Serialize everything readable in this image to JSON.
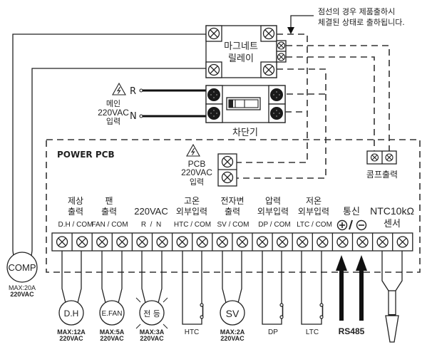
{
  "note": {
    "line1": "점선의 경우 제품출하시",
    "line2": "체결된 상태로 출하됩니다."
  },
  "relay": {
    "line1": "마그네트",
    "line2": "릴레이"
  },
  "breaker": {
    "label": "차단기"
  },
  "main_input": {
    "r_label": "R",
    "n_label": "N",
    "line1": "메인",
    "line2": "220VAC",
    "line3": "입력"
  },
  "pcb": {
    "title": "POWER PCB",
    "input_line1": "PCB",
    "input_line2": "220VAC",
    "input_line3": "입력",
    "comp_output_label": "콤프출력"
  },
  "terminal_groups": [
    {
      "top1": "제상",
      "top2": "출력",
      "pins": "D.H / COM"
    },
    {
      "top1": "팬",
      "top2": "출력",
      "pins": "FAN / COM"
    },
    {
      "top1": "",
      "top2": "220VAC",
      "pins": "R  /  N"
    },
    {
      "top1": "고온",
      "top2": "외부입력",
      "pins": "HTC / COM"
    },
    {
      "top1": "전자변",
      "top2": "출력",
      "pins": "SV / COM"
    },
    {
      "top1": "압력",
      "top2": "외부입력",
      "pins": "DP / COM"
    },
    {
      "top1": "저온",
      "top2": "외부입력",
      "pins": "LTC / COM"
    },
    {
      "top1": "",
      "top2": "통신",
      "pins": "⊕/⊖"
    },
    {
      "top1": "NTC10kΩ",
      "top2": "센서",
      "pins": ""
    }
  ],
  "terminal_count": 18,
  "loads": {
    "comp": {
      "label": "COMP",
      "spec1": "MAX:20A",
      "spec2": "220VAC"
    },
    "dh": {
      "label": "D.H",
      "spec1": "MAX:12A",
      "spec2": "220VAC"
    },
    "fan": {
      "label": "E.FAN",
      "spec1": "MAX:5A",
      "spec2": "220VAC"
    },
    "lamp": {
      "label": "전 등",
      "spec1": "MAX:3A",
      "spec2": "220VAC"
    },
    "htc": {
      "label": "HTC"
    },
    "sv": {
      "label": "SV",
      "spec1": "MAX:2A",
      "spec2": "220VAC"
    },
    "dp": {
      "label": "DP"
    },
    "ltc": {
      "label": "LTC"
    },
    "rs485": {
      "label": "RS485"
    }
  },
  "icons": {
    "high_voltage": "high-voltage-warning-icon"
  }
}
